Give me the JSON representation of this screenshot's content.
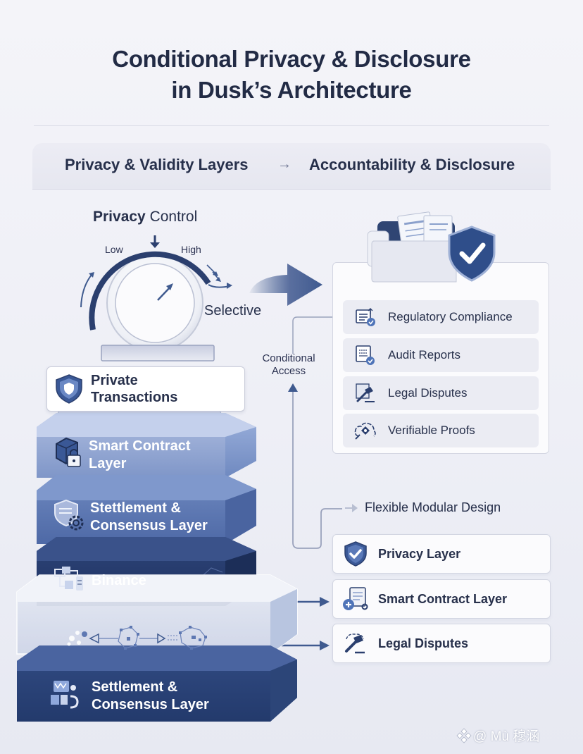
{
  "title": {
    "line1": "Conditional Privacy & Disclosure",
    "line2": "in Dusk’s Architecture"
  },
  "header": {
    "left": "Privacy & Validity Layers",
    "arrow": "→",
    "right": "Accountability & Disclosure"
  },
  "privacy_control": {
    "title_bold": "Privacy",
    "title_rest": " Control",
    "low_label": "Low",
    "high_label": "High",
    "setting": "Selective"
  },
  "conditional_access": {
    "line1": "Conditional",
    "line2": "Access"
  },
  "private_transactions": {
    "line1": "Private",
    "line2": "Transactions"
  },
  "stack_layers": [
    {
      "line1": "Smart Contract",
      "line2": "Layer",
      "icon": "cube-lock-icon"
    },
    {
      "line1": "Stettlement &",
      "line2": "Consensus Layer",
      "icon": "shield-gear-icon"
    },
    {
      "line1": "Binance",
      "line2": "",
      "icon": "flowchart-server-icon"
    },
    {
      "line1": "",
      "line2": "",
      "icon": "network-graph-icon"
    },
    {
      "line1": "Settlement &",
      "line2": "Consensus Layer",
      "icon": "blocks-cycle-icon"
    }
  ],
  "disclosure_panel": {
    "items": [
      {
        "label": "Regulatory Compliance",
        "icon": "document-check-icon"
      },
      {
        "label": "Audit Reports",
        "icon": "report-check-icon"
      },
      {
        "label": "Legal Disputes",
        "icon": "gavel-icon"
      },
      {
        "label": "Verifiable Proofs",
        "icon": "cloud-proof-icon"
      }
    ]
  },
  "modular": {
    "label": "Flexible Modular Design",
    "cards": [
      {
        "label": "Privacy Layer",
        "icon": "shield-check-icon"
      },
      {
        "label": "Smart Contract Layer",
        "icon": "contract-gear-icon"
      },
      {
        "label": "Legal Disputes",
        "icon": "gavel-icon"
      }
    ]
  },
  "watermark": "@ Mù 穆涵",
  "colors": {
    "navy": "#27304b",
    "accent_blue": "#3f5a8f",
    "light_layer": "#8fa3cf",
    "mid_layer": "#5e78b2",
    "dark_layer": "#243a6b"
  }
}
